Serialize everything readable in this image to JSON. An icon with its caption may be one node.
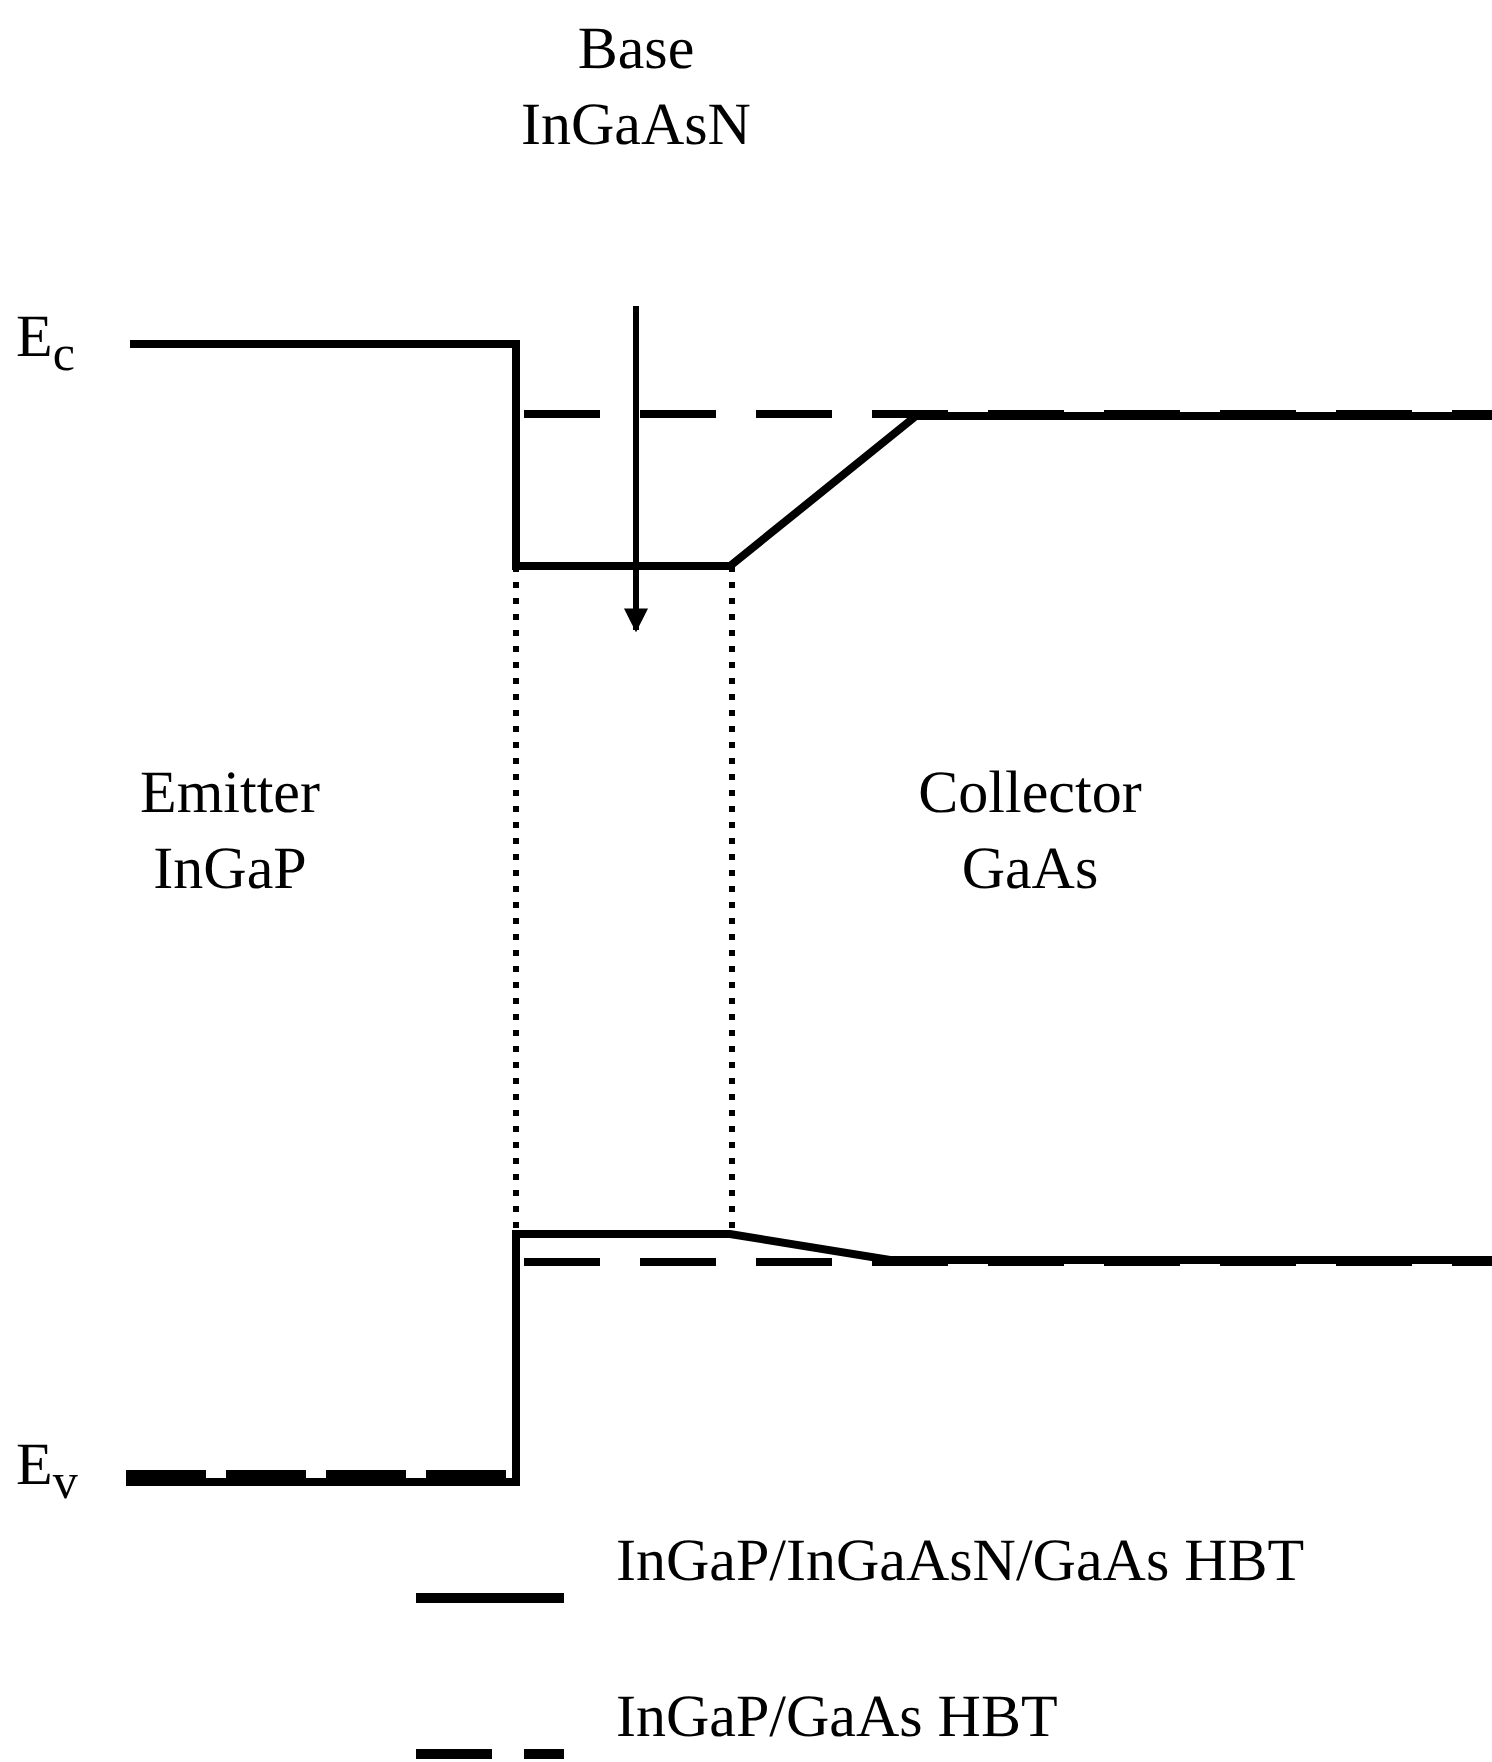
{
  "diagram": {
    "labels": [
      "Base InGaAsN",
      "E$_{c}$",
      "Emitter InGaP",
      "Collector GaAs",
      "E$_{v}$"
    ],
    "legend": [
      {
        "text": "InGaP/InGaAsN/GaAs HBT"
      },
      {
        "text": "InGaP/GaAs HBT"
      }
    ]
  }
}
